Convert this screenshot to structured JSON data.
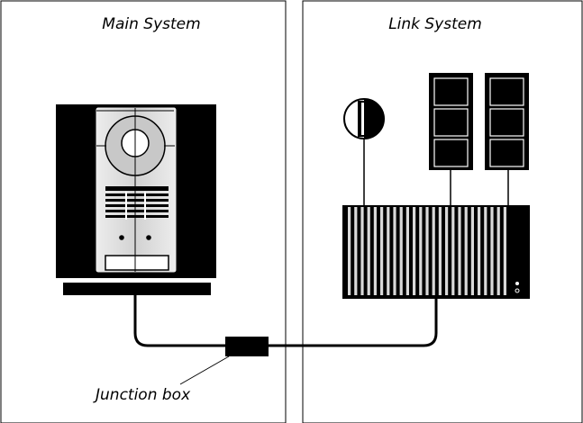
{
  "panels": {
    "main": {
      "title": "Main System"
    },
    "link": {
      "title": "Link System"
    }
  },
  "callout": {
    "label": "Junction box"
  },
  "icons": {
    "main_unit": "music-system-icon",
    "link_speakers": "speaker-icon",
    "link_player": "audio-player-icon",
    "link_lamp": "indicator-lamp-icon"
  },
  "colors": {
    "ink": "#000000",
    "panel_fill": "#e6e6e6",
    "background": "#ffffff"
  }
}
